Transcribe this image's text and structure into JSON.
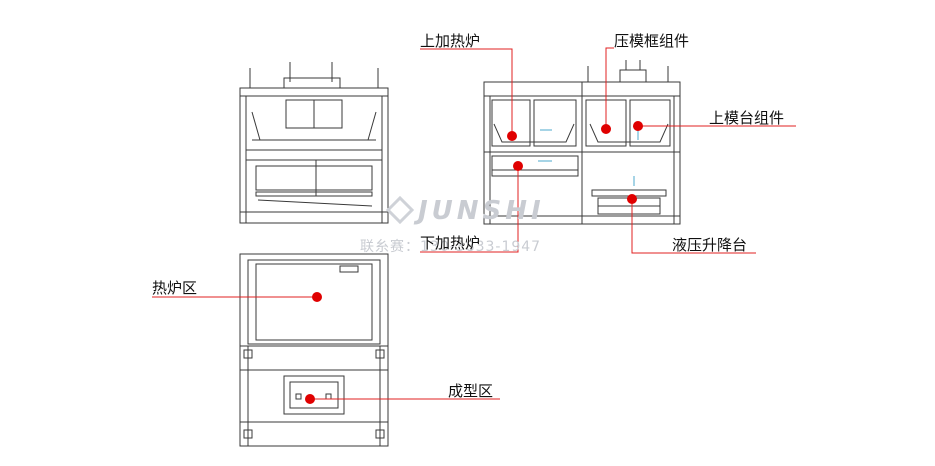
{
  "labels": {
    "upper_heater": "上加热炉",
    "frame_press": "压模框组件",
    "upper_mold_table": "上模台组件",
    "lower_heater": "下加热炉",
    "hydraulic_lift": "液压升降台",
    "heating_zone": "热炉区",
    "forming_zone": "成型区"
  },
  "watermark": {
    "brand": "JUNSHI",
    "contact": "联糸赛：130-3833-1947"
  },
  "colors": {
    "line": "#3a3a3a",
    "leader": "#e02020",
    "marker": "#e00000"
  }
}
